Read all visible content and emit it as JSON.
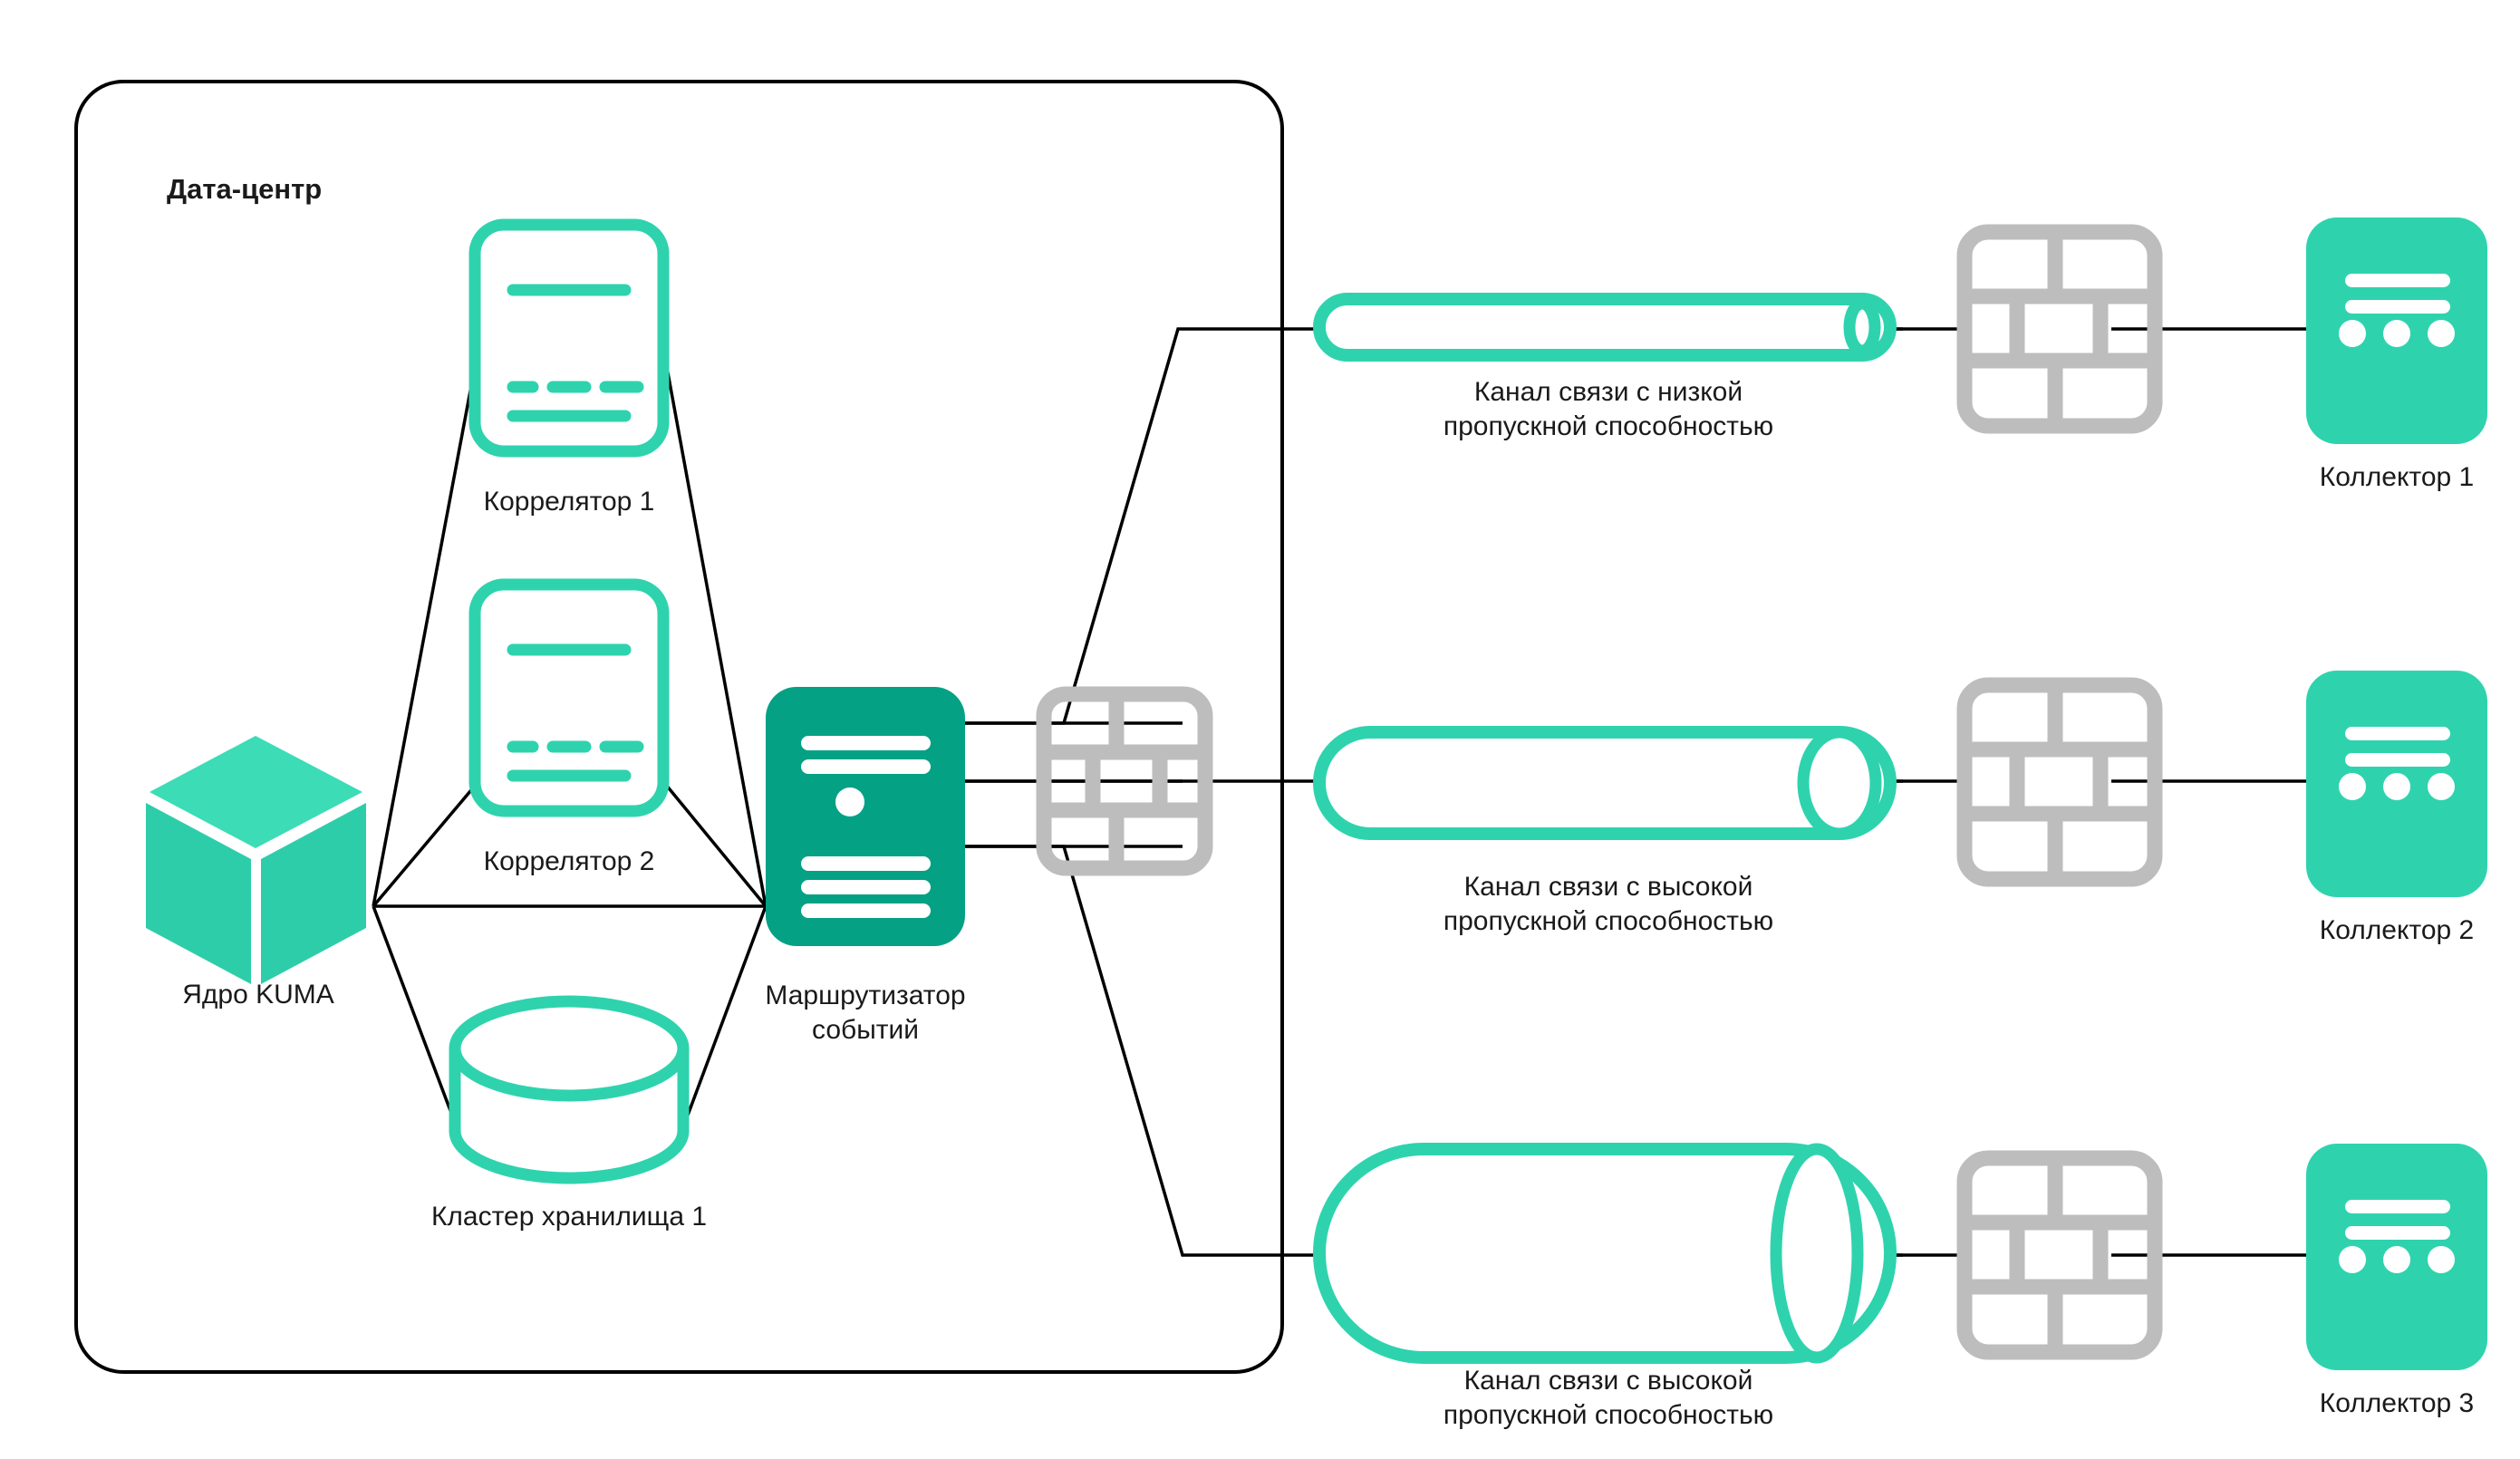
{
  "diagram": {
    "title": "KUMA distributed installation topology",
    "colors": {
      "accent_light": "#2ED3AE",
      "accent_mid": "#30CFAB",
      "accent_dark": "#04A185",
      "firewall_gray": "#BDBDBD",
      "line_black": "#000000",
      "text": "#1a1a1a",
      "background": "#FFFFFF"
    },
    "datacenter": {
      "label": "Дата-центр"
    },
    "nodes": [
      {
        "id": "kuma-core",
        "label": "Ядро KUMA",
        "icon": "cube-icon"
      },
      {
        "id": "correlator-1",
        "label": "Коррелятор 1",
        "icon": "correlator-icon"
      },
      {
        "id": "correlator-2",
        "label": "Коррелятор 2",
        "icon": "correlator-icon"
      },
      {
        "id": "storage-1",
        "label": "Кластер хранилища 1",
        "icon": "database-cylinder-icon"
      },
      {
        "id": "event-router",
        "label": "Маршрутизатор\nсобытий",
        "icon": "server-icon"
      }
    ],
    "firewalls": [
      {
        "id": "firewall-dc",
        "label": "",
        "icon": "firewall-brick-icon"
      },
      {
        "id": "firewall-remote-1",
        "label": "",
        "icon": "firewall-brick-icon"
      },
      {
        "id": "firewall-remote-2",
        "label": "",
        "icon": "firewall-brick-icon"
      },
      {
        "id": "firewall-remote-3",
        "label": "",
        "icon": "firewall-brick-icon"
      }
    ],
    "channels": [
      {
        "id": "channel-low",
        "label": "Канал связи с низкой\nпропускной способностью",
        "bandwidth": "low",
        "icon": "pipe-thin-icon"
      },
      {
        "id": "channel-high-1",
        "label": "Канал связи с высокой\nпропускной способностью",
        "bandwidth": "high",
        "icon": "pipe-wide-icon"
      },
      {
        "id": "channel-high-2",
        "label": "Канал связи с высокой\nпропускной способностью",
        "bandwidth": "high",
        "icon": "pipe-wide-icon"
      }
    ],
    "collectors": [
      {
        "id": "collector-1",
        "label": "Коллектор 1",
        "icon": "collector-icon"
      },
      {
        "id": "collector-2",
        "label": "Коллектор 2",
        "icon": "collector-icon"
      },
      {
        "id": "collector-3",
        "label": "Коллектор 3",
        "icon": "collector-icon"
      }
    ]
  }
}
